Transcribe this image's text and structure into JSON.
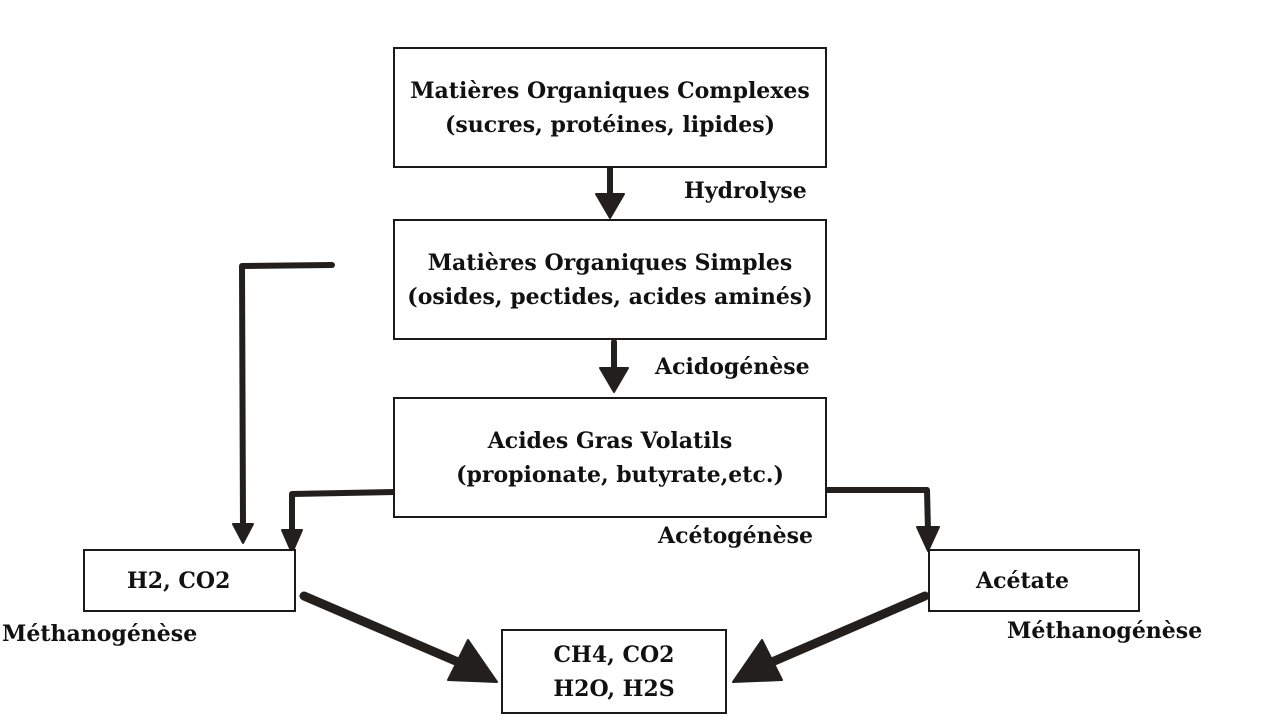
{
  "nodes": {
    "complex": {
      "line1": "Matières Organiques Complexes",
      "line2": "(sucres, protéines, lipides)"
    },
    "simple": {
      "line1": "Matières Organiques Simples",
      "line2": "(osides, pectides, acides aminés)"
    },
    "agv": {
      "line1": "Acides Gras Volatils",
      "line2": "(propionate, butyrate,etc.)"
    },
    "h2co2": {
      "line1": "H2, CO2"
    },
    "acetate": {
      "line1": "Acétate"
    },
    "products": {
      "line1": "CH4, CO2",
      "line2": "H2O, H2S"
    }
  },
  "steps": {
    "hydrolyse": "Hydrolyse",
    "acidogenese": "Acidogénèse",
    "acetogenese": "Acétogénèse",
    "methanogenese_left": "Méthanogénèse",
    "methanogenese_right": "Méthanogénèse"
  },
  "colors": {
    "arrow": "#231f1c",
    "border": "#1a1a1a"
  }
}
